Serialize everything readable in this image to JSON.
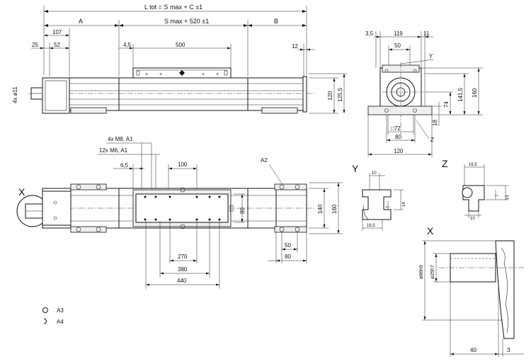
{
  "top_view": {
    "overall_length": "L tot = S max + C ±1",
    "label_a": "A",
    "label_b": "B",
    "stroke_formula": "S max + 520 ±1",
    "d_107": "107",
    "d_25": "25",
    "d_52": "52",
    "d_4_5": "4,5",
    "d_500": "500",
    "d_12": "12",
    "holes": "4x ø11",
    "d_120": "120",
    "d_125_5": "125,5"
  },
  "side_view": {
    "d_3_5": "3,5",
    "d_119": "119",
    "d_11": "11",
    "d_50": "50",
    "label_y": "Y",
    "d_160": "160",
    "d_141_5": "141,5",
    "d_74": "74",
    "d_18": "18",
    "d_sq72": "□72",
    "d_80": "80",
    "d_120": "120",
    "label_z": "Z"
  },
  "plan_view": {
    "label_x": "X",
    "thread_m8": "4x M8, A1",
    "thread_m6": "12x M6, A1",
    "d_6_5": "6,5",
    "d_100": "100",
    "label_a2": "A2",
    "d_80_inner": "80",
    "d_140": "140",
    "d_160": "160",
    "d_50": "50",
    "d_80": "80",
    "d_270": "270",
    "d_380": "380",
    "d_440": "440"
  },
  "detail_y": {
    "title": "Y",
    "d_10": "10",
    "d_7": "7",
    "d_14": "14",
    "d_16_5": "16,5"
  },
  "detail_z": {
    "title": "Z",
    "d_16_5": "16,5",
    "d_7": "7",
    "d_15": "15",
    "d_10": "10"
  },
  "detail_x": {
    "title": "X",
    "d_phi86": "ø86h9",
    "d_phi25": "ø25h7",
    "d_40": "40",
    "d_3": "3"
  },
  "legend": {
    "a3": "A3",
    "a4": "A4"
  }
}
